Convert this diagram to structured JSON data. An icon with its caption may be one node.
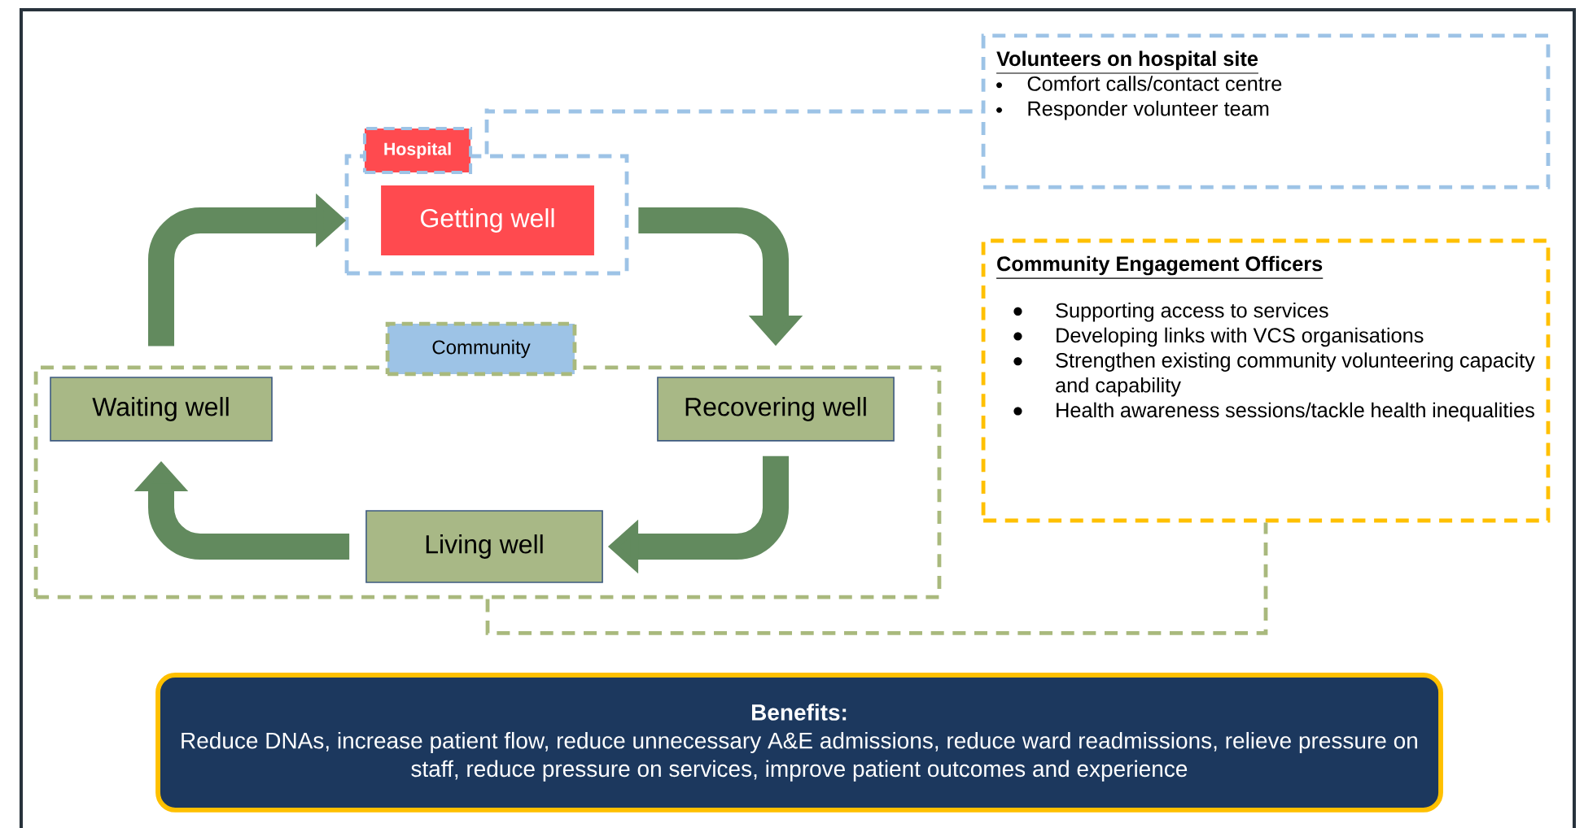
{
  "diagram": {
    "nodes": [
      {
        "text": [],
        "shape": "box"
      },
      {
        "text": [
          "Hospital"
        ]
      },
      {
        "text": [
          "Getting well"
        ],
        "in": 0
      },
      {
        "text": [
          "Volunteers on hospital site",
          "Comfort calls/contact centre",
          "Responder volunteer team"
        ]
      },
      {
        "text": [],
        "shape": "box"
      },
      {
        "text": [
          "Community"
        ]
      },
      {
        "text": [
          "Waiting well"
        ],
        "in": 4
      },
      {
        "text": [
          "Recovering well"
        ],
        "in": 4
      },
      {
        "text": [
          "Living well"
        ],
        "in": 4
      },
      {
        "text": [
          "Community Engagement Officers",
          "Supporting access to services",
          "Developing links with VCS organisations",
          "Strengthen existing community volunteering capacity and capability",
          "Health awareness sessions/tackle health inequalities"
        ]
      },
      {
        "text": [
          "Benefits:",
          "Reduce DNAs, increase patient flow, reduce unnecessary A&E admissions, reduce ward readmissions, relieve pressure on staff, reduce pressure on services, improve patient outcomes and experience"
        ]
      }
    ],
    "edges": [
      {
        "from": 6,
        "to": 2,
        "arrow": "to"
      },
      {
        "from": 2,
        "to": 7,
        "arrow": "to"
      },
      {
        "from": 7,
        "to": 8,
        "arrow": "to"
      },
      {
        "from": 8,
        "to": 6,
        "arrow": "to"
      },
      {
        "from": 0,
        "to": 3,
        "arrow": "none",
        "style": "dashed",
        "color": "#9dc3e6"
      },
      {
        "from": 4,
        "to": 9,
        "arrow": "none",
        "style": "dashed",
        "color": "#a9b97d"
      }
    ]
  }
}
